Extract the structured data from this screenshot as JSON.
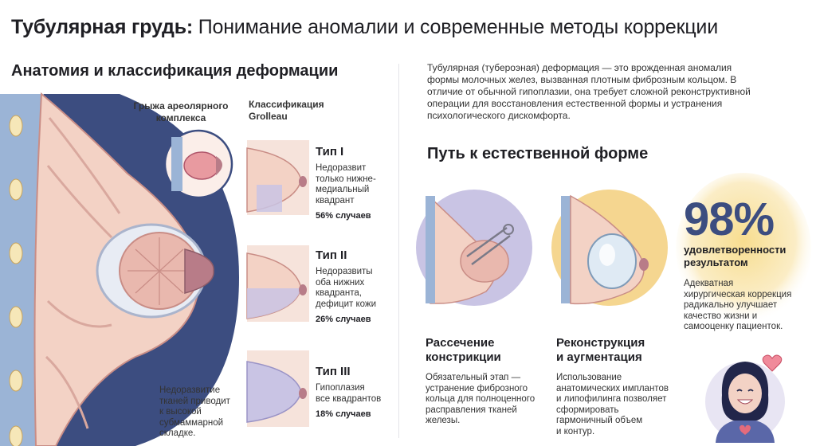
{
  "title": {
    "bold": "Тубулярная грудь:",
    "rest": " Понимание аномалии и современные методы коррекции"
  },
  "left": {
    "heading": "Анатомия и классификация деформации",
    "hernia_label": "Грыжа ареолярного комплекса",
    "classification_label": [
      "Классификация",
      "Grolleau"
    ],
    "bottom_note": [
      "Недоразвитие",
      "тканей приводит",
      "к высокой",
      "субмаммарной",
      "складке."
    ],
    "types": [
      {
        "name": "Тип I",
        "desc": [
          "Недоразвит",
          "только нижне-",
          "медиальный",
          "квадрант"
        ],
        "percent": "56% случаев"
      },
      {
        "name": "Тип II",
        "desc": [
          "Недоразвиты",
          "оба нижних",
          "квадранта,",
          "дефицит кожи"
        ],
        "percent": "26% случаев"
      },
      {
        "name": "Тип III",
        "desc": [
          "Гипоплазия",
          "все квадрантов"
        ],
        "percent": "18% случаев"
      }
    ]
  },
  "right": {
    "intro": [
      "Тубулярная (тубероэная) деформация — это врожденная аномалия",
      "формы молочных желез, вызванная плотным фиброзным кольцом. В",
      "отличие от обычной гипоплазии, она требует сложной реконструктивной",
      "операции для восстановления естественной формы и устранения",
      "психологического дискомфорта."
    ],
    "heading": "Путь к естественной форме",
    "step1": {
      "title": [
        "Рассечение",
        "констрикции"
      ],
      "desc": [
        "Обязательный этап —",
        "устранение фиброзного",
        "кольца для полноценного",
        "расправления тканей",
        "железы."
      ]
    },
    "step2": {
      "title": [
        "Реконструкция",
        "и аугментация"
      ],
      "desc": [
        "Использование",
        "анатомических имплантов",
        "и липофилинга позволяет",
        "сформировать",
        "гармоничный объем",
        "и контур."
      ]
    },
    "stat": {
      "value": "98%",
      "label": [
        "удовлетворенности",
        "результатом"
      ],
      "desc": [
        "Адекватная",
        "хирургическая коррекция",
        "радикально улучшает",
        "качество жизни и",
        "самооценку пациенток."
      ]
    }
  },
  "colors": {
    "skin": "#f3d2c5",
    "tissue": "#d9a89e",
    "areola": "#b87c88",
    "navy": "#3c4d80",
    "lavender": "#c9c4e4",
    "gold": "#f5d690",
    "text": "#1f1f24"
  }
}
